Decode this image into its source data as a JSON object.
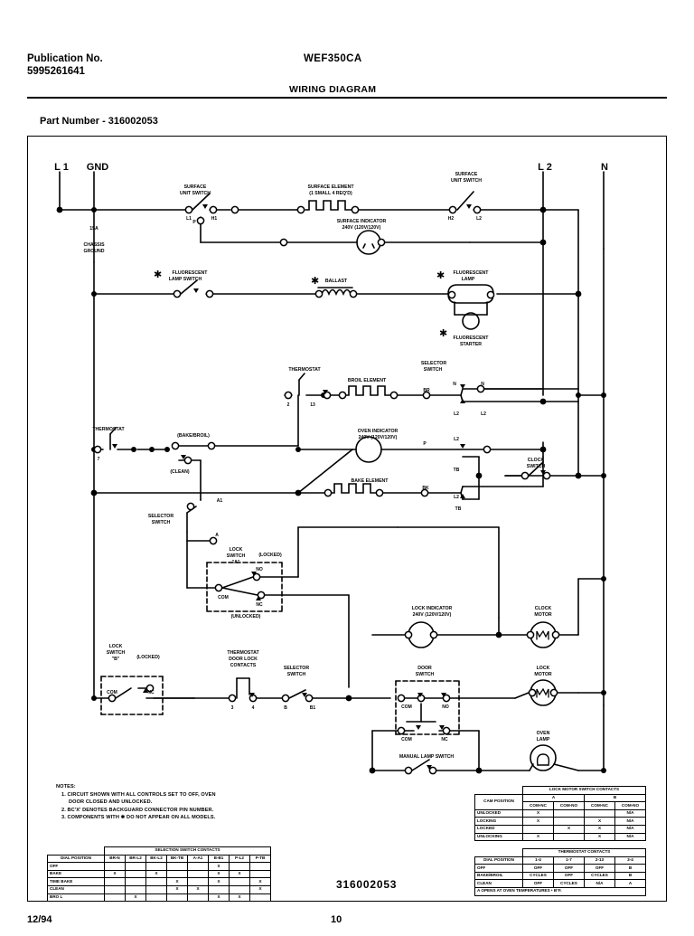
{
  "header": {
    "publication_label": "Publication No.",
    "publication_number": "5995261641",
    "model": "WEF350CA",
    "doc_title": "WIRING DIAGRAM",
    "part_number": "Part Number - 316002053"
  },
  "footer": {
    "date": "12/94",
    "page": "10",
    "diagram_number": "316002053"
  },
  "terminals": {
    "l1": "L 1",
    "gnd": "GND",
    "l2": "L 2",
    "n": "N",
    "ground_note1": "15A",
    "ground_note2": "CHASSIS",
    "ground_note3": "GROUND"
  },
  "components": {
    "surface_unit_switch_left": "SURFACE\nUNIT SWITCH",
    "surface_unit_switch_right": "SURFACE\nUNIT SWITCH",
    "surface_element": "SURFACE ELEMENT\n(1 SMALL 4 REQ'D)",
    "surface_indicator": "SURFACE INDICATOR\n240V (120V/120V)",
    "fluorescent_lamp_switch": "FLUORESCENT\nLAMP SWITCH",
    "ballast": "BALLAST",
    "fluorescent_lamp": "FLUORESCENT\nLAMP",
    "fluorescent_starter": "FLUORESCENT\nSTARTER",
    "thermostat_upper": "THERMOSTAT",
    "thermostat_lower": "THERMOSTAT",
    "broil_element": "BROIL ELEMENT",
    "bake_element": "BAKE ELEMENT",
    "oven_indicator": "OVEN INDICATOR\n240V (120V/120V)",
    "selector_switch_upper": "SELECTOR\nSWITCH",
    "selector_switch_mid": "SELECTOR\nSWITCH",
    "selector_switch_lower": "SELECTOR\nSWITCH",
    "clock_switch": "CLOCK\nSWITCH",
    "clock_motor": "CLOCK\nMOTOR",
    "lock_indicator": "LOCK INDICATOR\n240V (120V/120V)",
    "lock_motor": "LOCK\nMOTOR",
    "lock_switch_a": "LOCK\nSWITCH\n\"A\"",
    "lock_switch_b": "LOCK\nSWITCH\n\"B\"",
    "thermostat_door_lock_contacts": "THERMOSTAT\nDOOR LOCK\nCONTACTS",
    "door_switch": "DOOR\nSWITCH",
    "manual_lamp_switch": "MANUAL LAMP SWITCH",
    "oven_lamp": "OVEN\nLAMP",
    "bake_broil": "(BAKE/BROIL)",
    "clean": "(CLEAN)",
    "locked": "(LOCKED)",
    "unlocked": "(UNLOCKED)"
  },
  "pin_labels": {
    "l1_sw": "L1",
    "h1": "H1",
    "h2": "H2",
    "l2_sw": "L2",
    "p_sw": "P",
    "t2": "2",
    "t13": "13",
    "t7": "7",
    "br": "BR",
    "bk": "BK",
    "p": "P",
    "n": "N",
    "n2": "N",
    "l2a": "L2",
    "l2b": "L2",
    "l2c": "L2",
    "l2d": "L2",
    "tb1": "TB",
    "tb2": "TB",
    "tb3": "TB",
    "tb4": "TB",
    "a1": "A1",
    "a": "A",
    "com": "COM",
    "no": "NO",
    "nc": "NC",
    "door_com1": "COM",
    "door_no": "NO",
    "door_com2": "COM",
    "door_nc": "NC",
    "lockb_com": "COM",
    "lockb_nc": "NC",
    "td3": "3",
    "td4": "4",
    "sel_b": "B",
    "sel_b1": "B1"
  },
  "notes": {
    "title": "NOTES:",
    "items": [
      "1. CIRCUIT SHOWN WITH ALL CONTROLS SET TO OFF, OVEN",
      "DOOR CLOSED AND UNLOCKED.",
      "2. BC'X' DENOTES BACKGUARD CONNECTOR PIN NUMBER.",
      "3. COMPONENTS WITH ✱ DO NOT APPEAR ON ALL MODELS."
    ]
  },
  "tables": {
    "selection_switch": {
      "title": "SELECTION SWITCH CONTACTS",
      "corner": "DIAL POSITION",
      "columns": [
        "BR-N",
        "BR-L2",
        "BK-L2",
        "BK-TB",
        "A-A1",
        "B-B1",
        "P-L2",
        "P-TB"
      ],
      "rows": [
        {
          "label": "OFF",
          "cells": [
            "",
            "",
            "",
            "",
            "",
            "X",
            "",
            ""
          ]
        },
        {
          "label": "BAKE",
          "cells": [
            "X",
            "",
            "X",
            "",
            "",
            "X",
            "X",
            ""
          ]
        },
        {
          "label": "TIME BAKE",
          "cells": [
            "",
            "",
            "",
            "X",
            "",
            "X",
            "",
            "X"
          ]
        },
        {
          "label": "CLEAN",
          "cells": [
            "",
            "",
            "",
            "X",
            "X",
            "",
            "",
            "X"
          ]
        },
        {
          "label": "BRO L",
          "cells": [
            "",
            "X",
            "",
            "",
            "",
            "X",
            "X",
            ""
          ]
        }
      ]
    },
    "lock_motor": {
      "title": "LOCK MOTOR SWITCH CONTACTS",
      "corner": "CAM POSITION",
      "group_a": "A",
      "group_b": "B",
      "columns": [
        "COM-NC",
        "COM-NO",
        "COM-NC",
        "COM-NO"
      ],
      "rows": [
        {
          "label": "UNLOCKED",
          "cells": [
            "X",
            "",
            "",
            "N/A"
          ]
        },
        {
          "label": "LOCKING",
          "cells": [
            "X",
            "",
            "X",
            "N/A"
          ]
        },
        {
          "label": "LOCKED",
          "cells": [
            "",
            "X",
            "X",
            "N/A"
          ]
        },
        {
          "label": "UNLOCKING",
          "cells": [
            "X",
            "",
            "X",
            "N/A"
          ]
        }
      ]
    },
    "thermostat": {
      "title": "THERMOSTAT CONTACTS",
      "corner": "DIAL POSITION",
      "columns": [
        "1-4",
        "1-7",
        "2-13",
        "3-4"
      ],
      "rows": [
        {
          "label": "OFF",
          "cells": [
            "OFF",
            "OFF",
            "OFF",
            "B"
          ]
        },
        {
          "label": "BAKE/BROIL",
          "cells": [
            "CYCLES",
            "OFF",
            "CYCLES",
            "B"
          ]
        },
        {
          "label": "CLEAN",
          "cells": [
            "OFF",
            "CYCLES",
            "N/A",
            "A"
          ]
        }
      ],
      "footnote": "A  OPENS AT OVEN TEMPERATURES • B°F."
    }
  }
}
